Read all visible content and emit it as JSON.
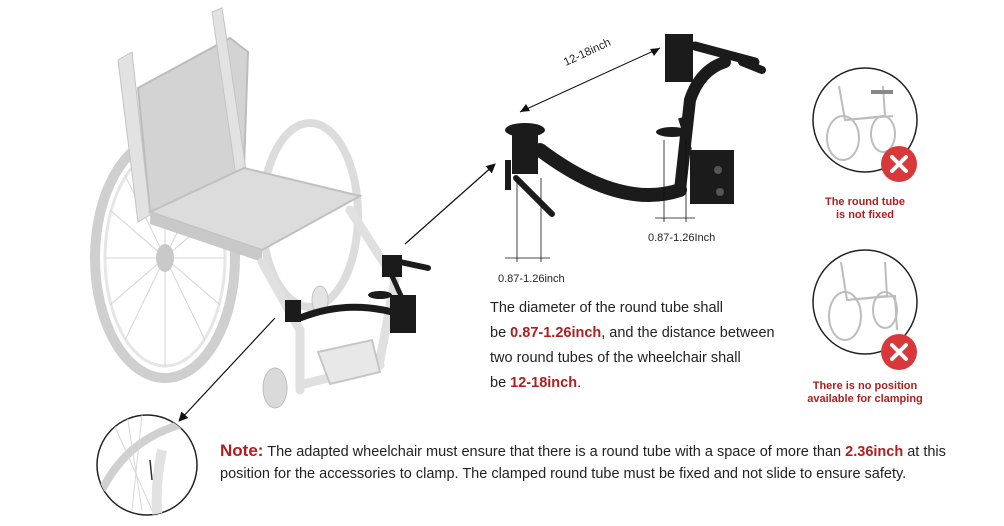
{
  "dimensions": {
    "span": "12-18inch",
    "tube_left": "0.87-1.26inch",
    "tube_right": "0.87-1.26Inch"
  },
  "description": {
    "line1": "The diameter of the round tube shall",
    "line2_pre": "be ",
    "line2_value": "0.87-1.26inch",
    "line2_post": ", and the distance between",
    "line3": "two round tubes of the wheelchair shall",
    "line4_pre": "be ",
    "line4_value": "12-18inch",
    "line4_post": "."
  },
  "warnings": [
    {
      "caption_line1": "The round tube",
      "caption_line2": "is not fixed",
      "icon": "x-icon"
    },
    {
      "caption_line1": "There is no position",
      "caption_line2": "available for clamping",
      "icon": "x-icon"
    }
  ],
  "note": {
    "label": "Note:",
    "text_pre": " The adapted wheelchair must ensure that there is a round tube with a space of more than ",
    "value": "2.36inch",
    "text_post": " at this position for the accessories to clamp. The clamped round tube must be fixed and not slide to ensure safety."
  },
  "colors": {
    "accent_red": "#b01e1e",
    "x_badge": "#d9383a",
    "chair_gray": "#d8d8d8",
    "metal_black": "#1b1b1b"
  }
}
